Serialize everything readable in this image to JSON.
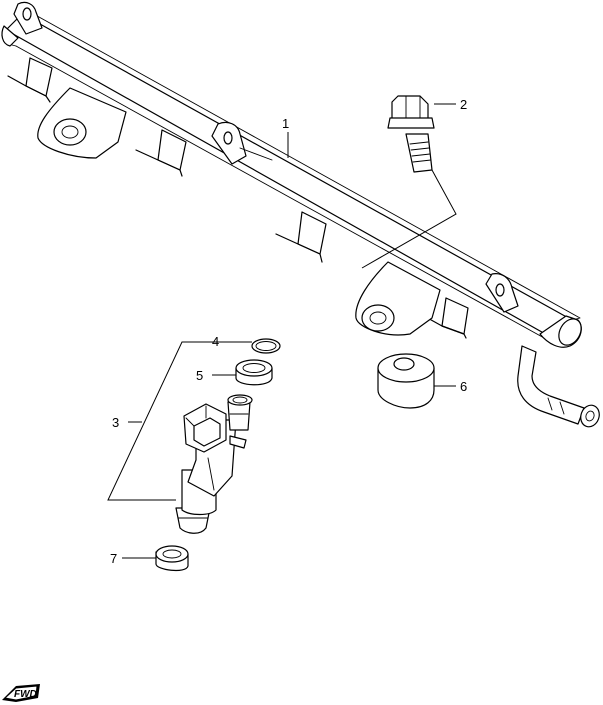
{
  "callouts": {
    "c1": "1",
    "c2": "2",
    "c3": "3",
    "c4": "4",
    "c5": "5",
    "c6": "6",
    "c7": "7"
  },
  "badge": {
    "text": "FWD"
  }
}
